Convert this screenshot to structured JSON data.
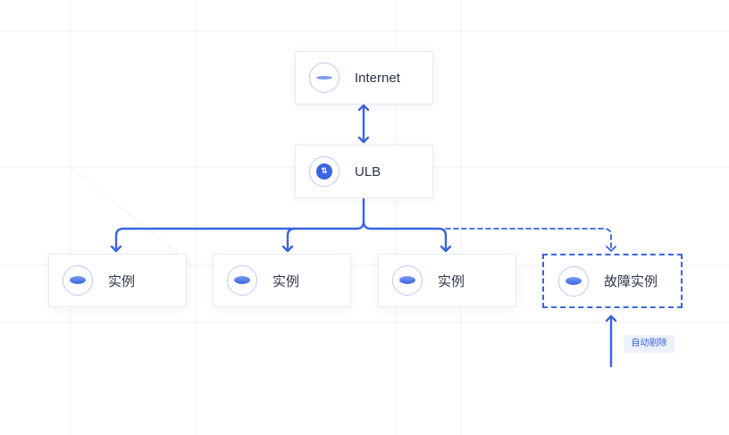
{
  "nodes": {
    "internet": {
      "label": "Internet",
      "icon": "globe-icon"
    },
    "ulb": {
      "label": "ULB",
      "icon": "load-balancer-icon"
    },
    "instances": [
      {
        "label": "实例",
        "icon": "instance-icon"
      },
      {
        "label": "实例",
        "icon": "instance-icon"
      },
      {
        "label": "实例",
        "icon": "instance-icon"
      }
    ],
    "faulty_instance": {
      "label": "故障实例",
      "icon": "instance-icon",
      "status": "faulty"
    }
  },
  "annotations": {
    "auto_delete": "自动剔除"
  },
  "colors": {
    "accent": "#3a64e0",
    "node_border": "#e6eaf2",
    "grid": "#eef1f6",
    "text": "#2b3447"
  }
}
